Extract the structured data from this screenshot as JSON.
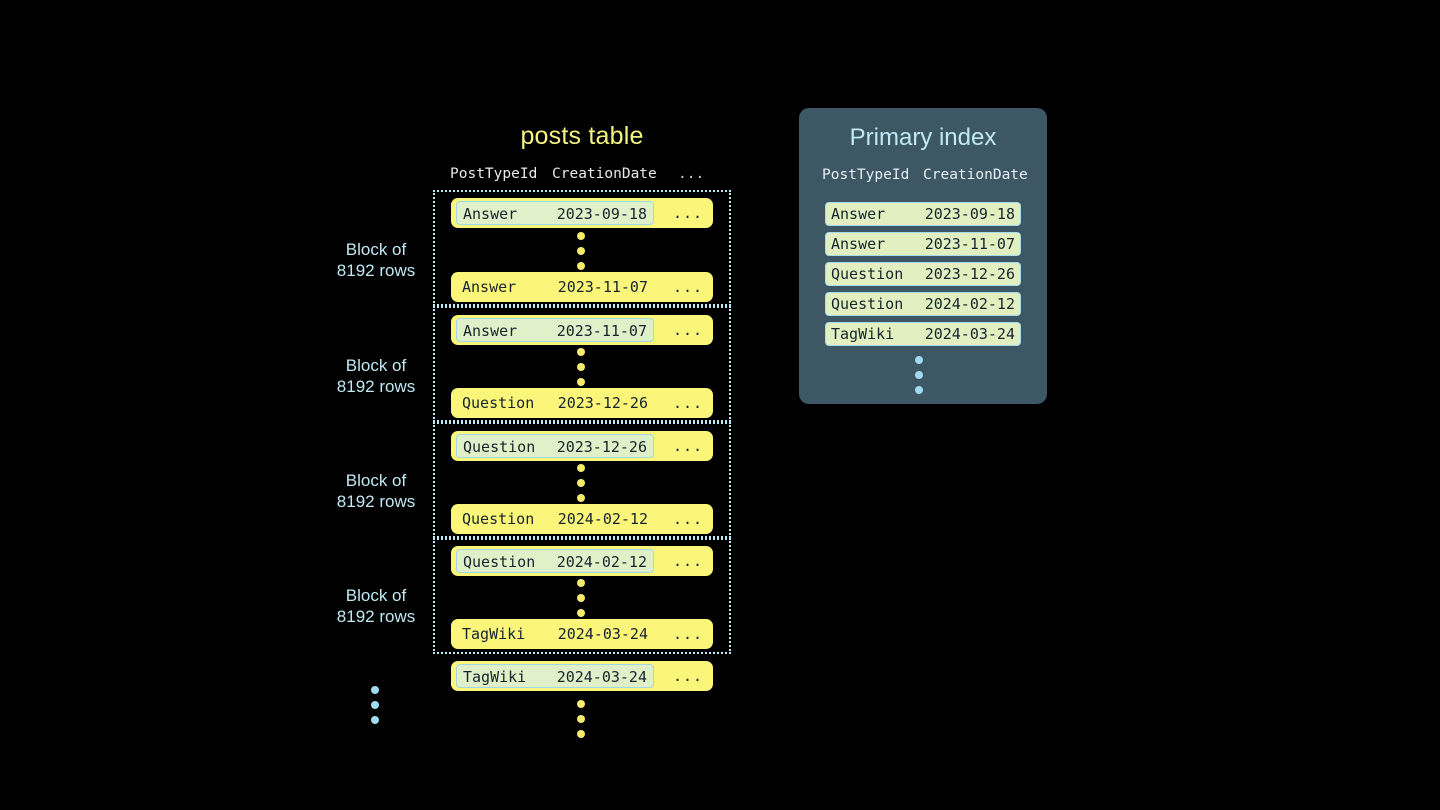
{
  "posts_table": {
    "title": "posts table",
    "columns": [
      "PostTypeId",
      "CreationDate",
      "..."
    ],
    "row_ellipsis": "...",
    "blocks": [
      {
        "label_line1": "Block of",
        "label_line2": "8192 rows",
        "first_row": {
          "post_type_id": "Answer",
          "creation_date": "2023-09-18",
          "more": "..."
        },
        "last_row": {
          "post_type_id": "Answer",
          "creation_date": "2023-11-07",
          "more": "..."
        }
      },
      {
        "label_line1": "Block of",
        "label_line2": "8192 rows",
        "first_row": {
          "post_type_id": "Answer",
          "creation_date": "2023-11-07",
          "more": "..."
        },
        "last_row": {
          "post_type_id": "Question",
          "creation_date": "2023-12-26",
          "more": "..."
        }
      },
      {
        "label_line1": "Block of",
        "label_line2": "8192 rows",
        "first_row": {
          "post_type_id": "Question",
          "creation_date": "2023-12-26",
          "more": "..."
        },
        "last_row": {
          "post_type_id": "Question",
          "creation_date": "2024-02-12",
          "more": "..."
        }
      },
      {
        "label_line1": "Block of",
        "label_line2": "8192 rows",
        "first_row": {
          "post_type_id": "Question",
          "creation_date": "2024-02-12",
          "more": "..."
        },
        "last_row": {
          "post_type_id": "TagWiki",
          "creation_date": "2024-03-24",
          "more": "..."
        }
      }
    ],
    "trailing_row": {
      "post_type_id": "TagWiki",
      "creation_date": "2024-03-24",
      "more": "..."
    }
  },
  "primary_index": {
    "title": "Primary index",
    "columns": [
      "PostTypeId",
      "CreationDate"
    ],
    "rows": [
      {
        "post_type_id": "Answer",
        "creation_date": "2023-09-18"
      },
      {
        "post_type_id": "Answer",
        "creation_date": "2023-11-07"
      },
      {
        "post_type_id": "Question",
        "creation_date": "2023-12-26"
      },
      {
        "post_type_id": "Question",
        "creation_date": "2024-02-12"
      },
      {
        "post_type_id": "TagWiki",
        "creation_date": "2024-03-24"
      }
    ]
  },
  "colors": {
    "background": "#000000",
    "row_yellow": "#fbf579",
    "mark_green": "#e0f0c8",
    "mark_border": "#9fdcf2",
    "accent_blue": "#bfe9f5",
    "title_yellow": "#f5f57e",
    "panel_slate": "#3d5764",
    "text_dark": "#16242e"
  }
}
